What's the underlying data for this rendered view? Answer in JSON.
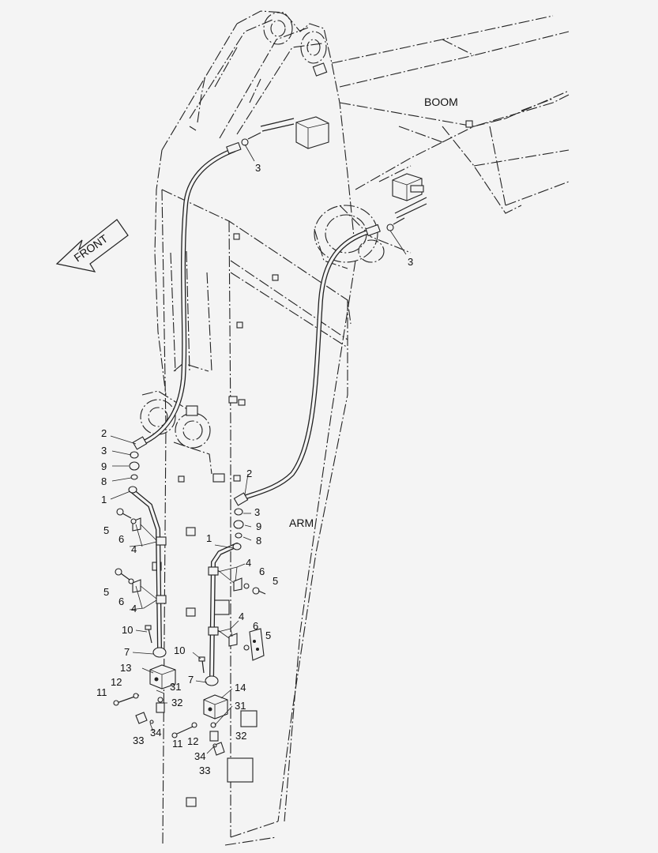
{
  "labels": {
    "boom": "BOOM",
    "arm": "ARM",
    "front": "FRONT"
  },
  "callouts": [
    "3",
    "3",
    "2",
    "3",
    "9",
    "8",
    "1",
    "5",
    "6",
    "4",
    "5",
    "6",
    "4",
    "10",
    "7",
    "13",
    "12",
    "11",
    "31",
    "32",
    "33",
    "34",
    "2",
    "3",
    "9",
    "8",
    "1",
    "4",
    "6",
    "5",
    "4",
    "6",
    "5",
    "10",
    "7",
    "14",
    "31",
    "12",
    "11",
    "32",
    "34",
    "33"
  ]
}
